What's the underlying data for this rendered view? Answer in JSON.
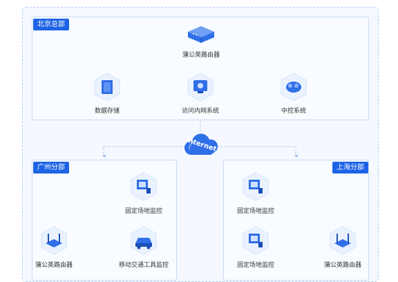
{
  "hq": {
    "label": "北京总部",
    "router": "蒲公英路由器",
    "nodes": [
      "数据存储",
      "访问内网系统",
      "中控系统"
    ]
  },
  "internet": "Internet",
  "guangzhou": {
    "label": "广州分部",
    "router": "蒲公英路由器",
    "fixed_monitor": "固定场地监控",
    "mobile_tool": "移动交通工具监控"
  },
  "shanghai": {
    "label": "上海分部",
    "router": "蒲公英路由器",
    "fixed_monitor_1": "固定场地监控",
    "fixed_monitor_2": "固定场地监控"
  },
  "colors": {
    "accent": "#1d63e6",
    "line": "#9fb9e6",
    "panel_border": "#c7daf4"
  }
}
